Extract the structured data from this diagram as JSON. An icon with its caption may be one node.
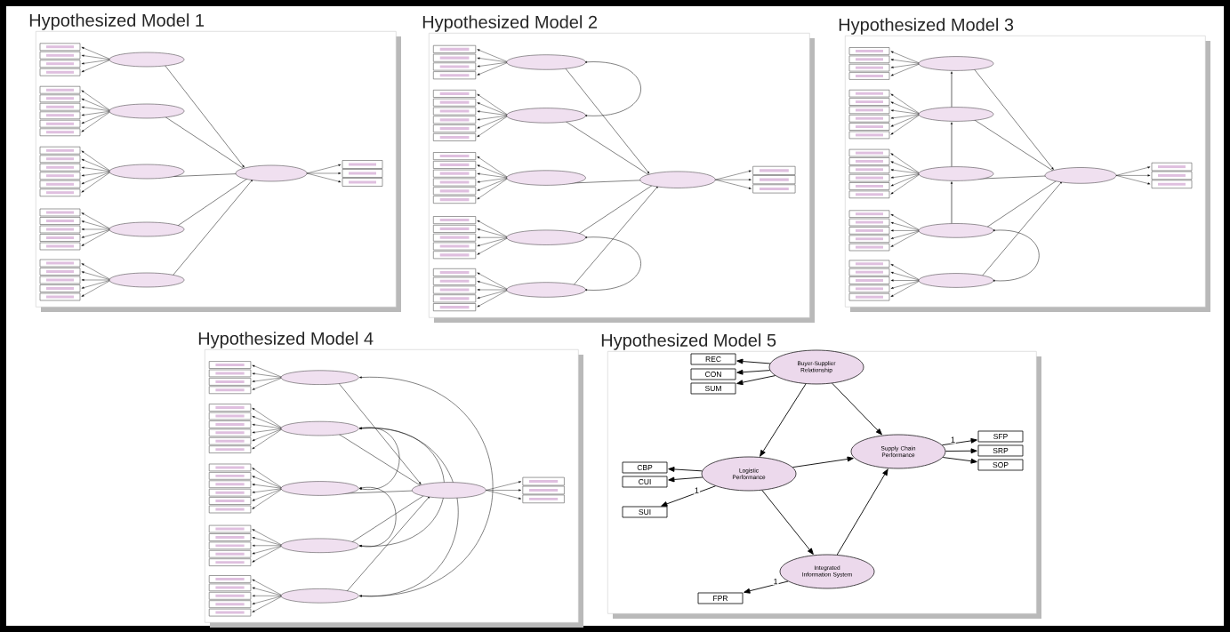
{
  "diagram": {
    "nodes": [
      {
        "text": [
          "Hypothesized Model 1"
        ]
      },
      {
        "text": [
          "Hypothesized Model 2"
        ]
      },
      {
        "text": [
          "Hypothesized Model 3"
        ]
      },
      {
        "text": [
          "Hypothesized Model 4"
        ]
      },
      {
        "text": [
          "Hypothesized Model 5"
        ]
      },
      {
        "text": [
          "Buyer-Supplier Relationship"
        ],
        "in": 4
      },
      {
        "text": [
          "REC"
        ],
        "in": 4
      },
      {
        "text": [
          "CON"
        ],
        "in": 4
      },
      {
        "text": [
          "SUM"
        ],
        "in": 4
      },
      {
        "text": [
          "Supply Chain Performance"
        ],
        "in": 4
      },
      {
        "text": [
          "SFP"
        ],
        "in": 4
      },
      {
        "text": [
          "SRP"
        ],
        "in": 4
      },
      {
        "text": [
          "SOP"
        ],
        "in": 4
      },
      {
        "text": [
          "Logistic Performance"
        ],
        "in": 4
      },
      {
        "text": [
          "CBP"
        ],
        "in": 4
      },
      {
        "text": [
          "CUI"
        ],
        "in": 4
      },
      {
        "text": [
          "SUI"
        ],
        "in": 4
      },
      {
        "text": [
          "Integrated Information System"
        ],
        "in": 4
      },
      {
        "text": [
          "FPR"
        ],
        "in": 4
      }
    ],
    "edges": [
      {
        "from": 5,
        "to": 6,
        "arrow": "to"
      },
      {
        "from": 5,
        "to": 7,
        "arrow": "to"
      },
      {
        "from": 5,
        "to": 8,
        "arrow": "to"
      },
      {
        "from": 5,
        "to": 13,
        "arrow": "to"
      },
      {
        "from": 5,
        "to": 9,
        "arrow": "to"
      },
      {
        "from": 13,
        "to": 9,
        "arrow": "to"
      },
      {
        "from": 13,
        "to": 17,
        "arrow": "to"
      },
      {
        "from": 17,
        "to": 9,
        "arrow": "to"
      },
      {
        "from": 9,
        "to": 10,
        "arrow": "to",
        "label": "1"
      },
      {
        "from": 9,
        "to": 11,
        "arrow": "to"
      },
      {
        "from": 9,
        "to": 12,
        "arrow": "to"
      },
      {
        "from": 13,
        "to": 14,
        "arrow": "to"
      },
      {
        "from": 13,
        "to": 15,
        "arrow": "to"
      },
      {
        "from": 13,
        "to": 16,
        "arrow": "to",
        "label": "1"
      },
      {
        "from": 17,
        "to": 18,
        "arrow": "to",
        "label": "1"
      }
    ]
  }
}
